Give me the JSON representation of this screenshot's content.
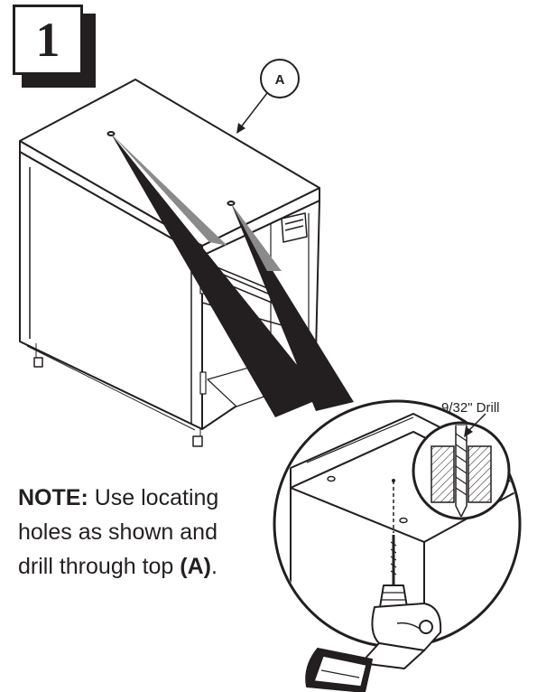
{
  "step": {
    "number": "1"
  },
  "callout": {
    "part_letter": "A"
  },
  "detail": {
    "drill_label": "9/32\" Drill"
  },
  "note": {
    "heading": "NOTE:",
    "text_line1": " Use locating",
    "text_line2": "holes as shown and",
    "text_line3_pre": "drill through top ",
    "part_ref": "(A)",
    "text_line3_post": "."
  },
  "colors": {
    "ink": "#231f20",
    "beam_gray": "#8a8a8a",
    "paper": "#ffffff"
  },
  "icons": [
    "cabinet-illustration",
    "drill-icon",
    "drill-bit-icon",
    "magnifier-circle"
  ]
}
